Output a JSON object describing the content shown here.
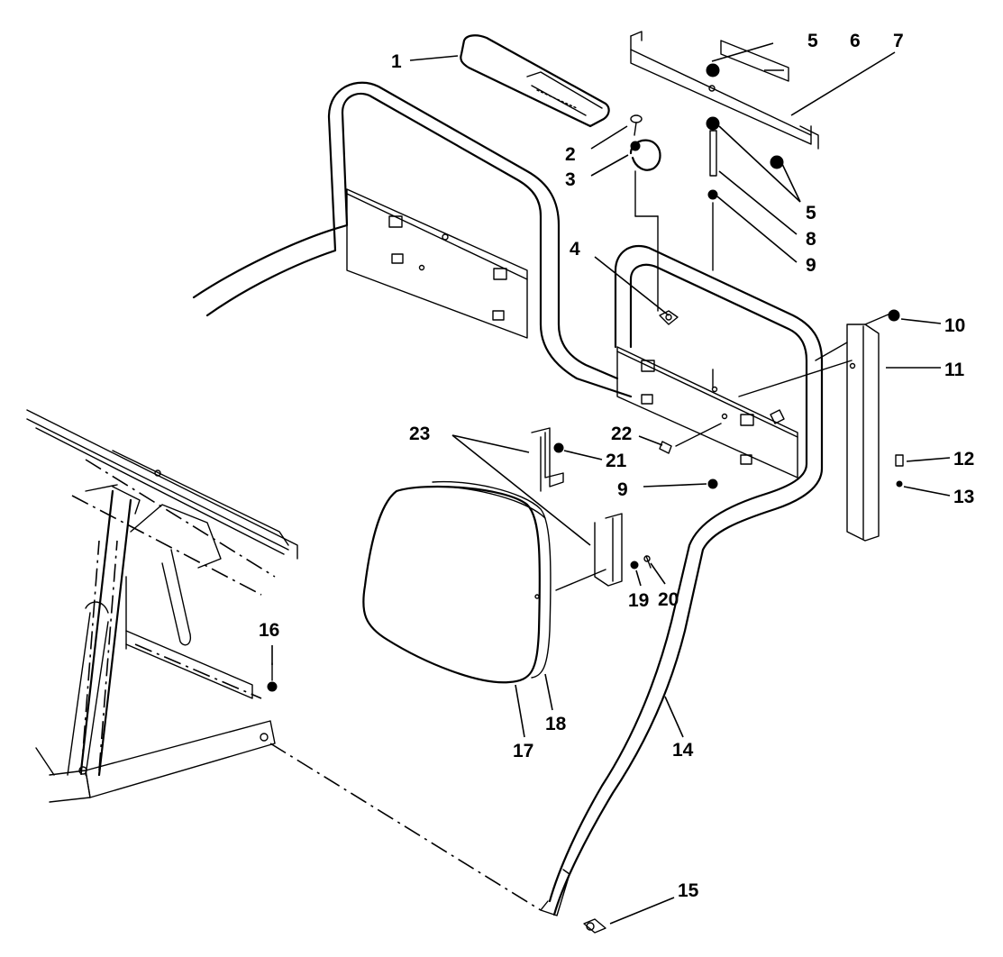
{
  "callouts": {
    "c1": "1",
    "c2": "2",
    "c3": "3",
    "c4": "4",
    "c5a": "5",
    "c5b": "5",
    "c6": "6",
    "c7": "7",
    "c8": "8",
    "c9a": "9",
    "c9b": "9",
    "c10": "10",
    "c11": "11",
    "c12": "12",
    "c13": "13",
    "c14": "14",
    "c15": "15",
    "c16": "16",
    "c17": "17",
    "c18": "18",
    "c19": "19",
    "c20": "20",
    "c21": "21",
    "c22": "22",
    "c23": "23"
  },
  "colors": {
    "line": "#000000",
    "background": "#ffffff"
  }
}
